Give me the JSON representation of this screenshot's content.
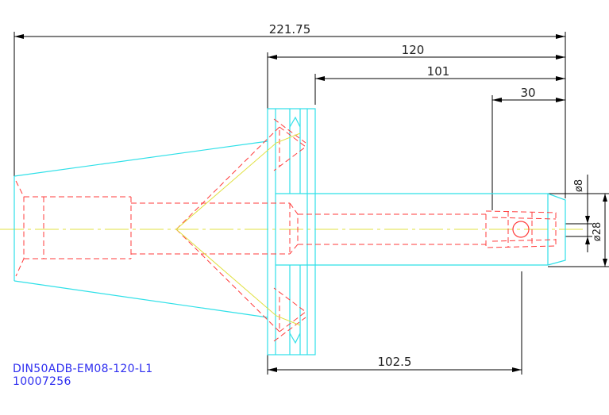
{
  "dimensions": {
    "overall_length": "221.75",
    "length_120": "120",
    "length_101": "101",
    "length_30": "30",
    "length_102_5": "102.5",
    "diameter_8": "ø8",
    "diameter_28": "ø28"
  },
  "title_block": {
    "part_name": "DIN50ADB-EM08-120-L1",
    "part_number": "10007256"
  },
  "colors": {
    "outline": "#2fe0e8",
    "hidden": "#ff3b3b",
    "center": "#e0e040",
    "dimension": "#000000",
    "label": "#2e2ef0"
  }
}
